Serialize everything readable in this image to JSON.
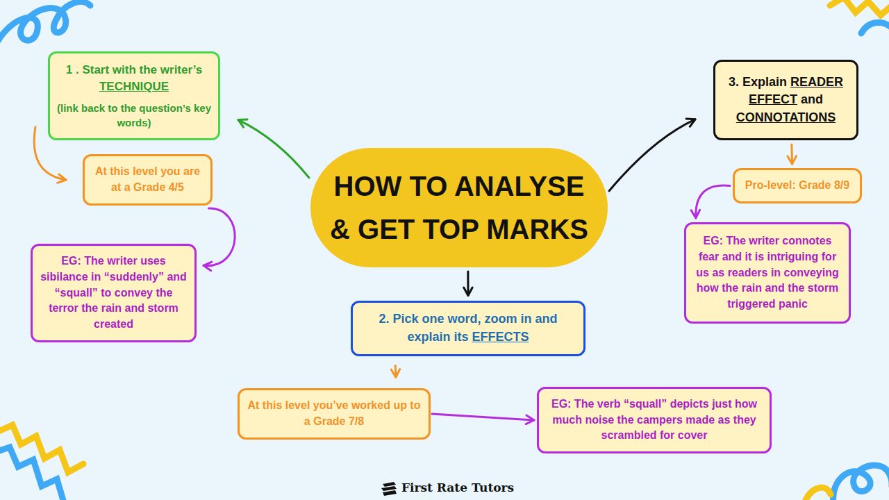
{
  "diagram": {
    "nodes": [
      {
        "text": [
          "HOW TO ANALYSE & GET TOP MARKS"
        ]
      },
      {
        "text": [
          "1 . Start with the writer’s TECHNIQUE",
          "(link back to the question’s key words)"
        ]
      },
      {
        "text": [
          "At this level you are at a Grade 4/5"
        ]
      },
      {
        "text": [
          "EG: The writer uses sibilance in “suddenly” and “squall” to convey the terror the rain and storm created"
        ]
      },
      {
        "text": [
          "2. Pick one word, zoom in and explain its EFFECTS"
        ]
      },
      {
        "text": [
          "At this level you’ve worked up to a Grade 7/8"
        ]
      },
      {
        "text": [
          "EG: The  verb “squall” depicts just how much noise the campers made as they scrambled for cover"
        ]
      },
      {
        "text": [
          "3. Explain READER EFFECT and CONNOTATIONS"
        ]
      },
      {
        "text": [
          "Pro-level: Grade 8/9"
        ]
      },
      {
        "text": [
          "EG: The writer connotes fear and it is intriguing for us as readers in conveying how the rain and the storm triggered panic"
        ]
      }
    ],
    "edges": [
      {
        "from": 0,
        "to": 1,
        "arrow": "to"
      },
      {
        "from": 0,
        "to": 4,
        "arrow": "to"
      },
      {
        "from": 0,
        "to": 7,
        "arrow": "to"
      },
      {
        "from": 1,
        "to": 2,
        "arrow": "to"
      },
      {
        "from": 2,
        "to": 3,
        "arrow": "to"
      },
      {
        "from": 4,
        "to": 5,
        "arrow": "to"
      },
      {
        "from": 5,
        "to": 6,
        "arrow": "to"
      },
      {
        "from": 7,
        "to": 8,
        "arrow": "to"
      },
      {
        "from": 8,
        "to": 9,
        "arrow": "to"
      }
    ],
    "labels": [
      "First Rate Tutors"
    ]
  }
}
